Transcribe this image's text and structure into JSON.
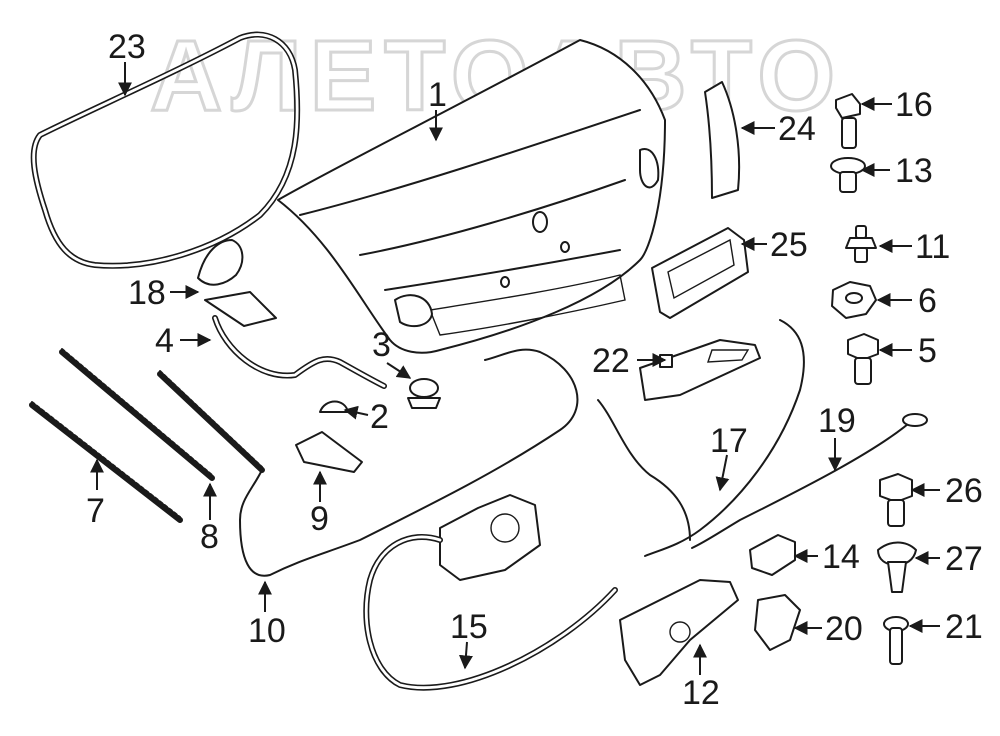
{
  "watermark": "АЛЕТОАВТО",
  "callouts": [
    {
      "id": "c1",
      "label": "1"
    },
    {
      "id": "c2",
      "label": "2"
    },
    {
      "id": "c3",
      "label": "3"
    },
    {
      "id": "c4",
      "label": "4"
    },
    {
      "id": "c5",
      "label": "5"
    },
    {
      "id": "c6",
      "label": "6"
    },
    {
      "id": "c7",
      "label": "7"
    },
    {
      "id": "c8",
      "label": "8"
    },
    {
      "id": "c9",
      "label": "9"
    },
    {
      "id": "c10",
      "label": "10"
    },
    {
      "id": "c11",
      "label": "11"
    },
    {
      "id": "c12",
      "label": "12"
    },
    {
      "id": "c13",
      "label": "13"
    },
    {
      "id": "c14",
      "label": "14"
    },
    {
      "id": "c15",
      "label": "15"
    },
    {
      "id": "c16",
      "label": "16"
    },
    {
      "id": "c17",
      "label": "17"
    },
    {
      "id": "c18",
      "label": "18"
    },
    {
      "id": "c19",
      "label": "19"
    },
    {
      "id": "c20",
      "label": "20"
    },
    {
      "id": "c21",
      "label": "21"
    },
    {
      "id": "c22",
      "label": "22"
    },
    {
      "id": "c23",
      "label": "23"
    },
    {
      "id": "c24",
      "label": "24"
    },
    {
      "id": "c25",
      "label": "25"
    },
    {
      "id": "c26",
      "label": "26"
    },
    {
      "id": "c27",
      "label": "27"
    }
  ]
}
